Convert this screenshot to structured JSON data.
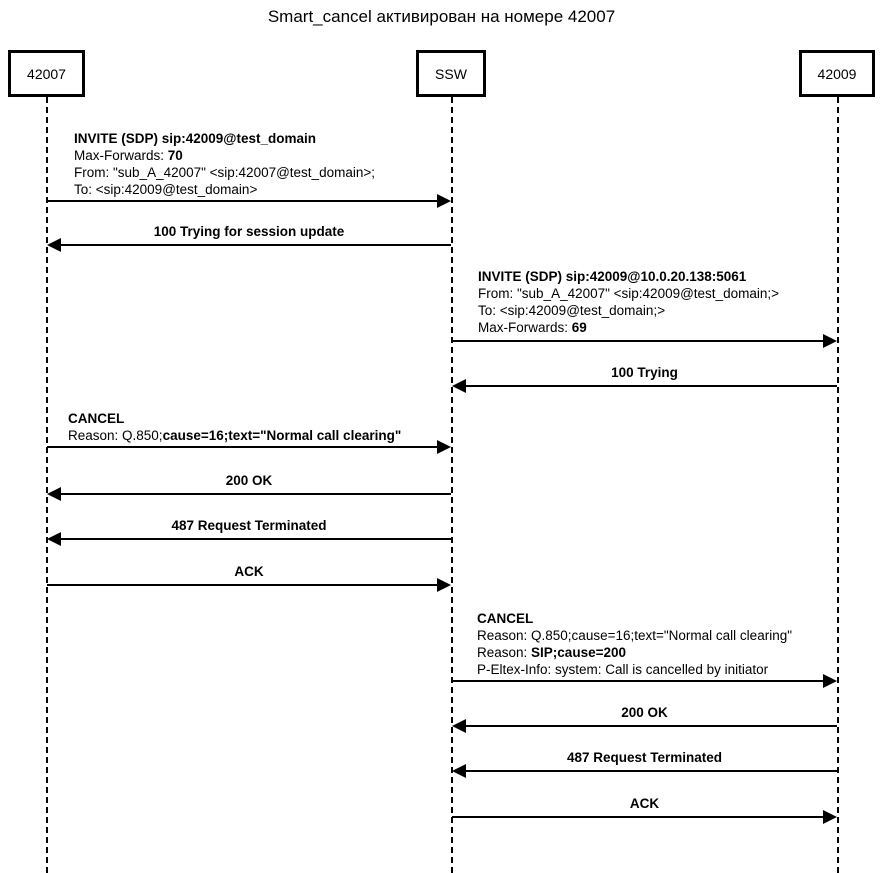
{
  "title": "Smart_cancel активирован на номере 42007",
  "actors": [
    {
      "name": "42007",
      "label": "42007"
    },
    {
      "name": "ssw",
      "label": "SSW"
    },
    {
      "name": "42009",
      "label": "42009"
    }
  ],
  "messages": [
    {
      "id": "invite-1",
      "from": "42007",
      "to": "ssw",
      "direction": "right",
      "style": "block",
      "lines": [
        {
          "segments": [
            {
              "text": "INVITE (SDP) sip:42009@test_domain",
              "bold": true
            }
          ]
        },
        {
          "segments": [
            {
              "text": "Max-Forwards: ",
              "bold": false
            },
            {
              "text": "70",
              "bold": true
            }
          ]
        },
        {
          "segments": [
            {
              "text": "From: \"sub_A_42007\" <sip:42007@test_domain>;",
              "bold": false
            }
          ]
        },
        {
          "segments": [
            {
              "text": "To: <sip:42009@test_domain>",
              "bold": false
            }
          ]
        }
      ]
    },
    {
      "id": "trying-session-update",
      "from": "ssw",
      "to": "42007",
      "direction": "left",
      "style": "center",
      "label": "100 Trying for session update"
    },
    {
      "id": "invite-2",
      "from": "ssw",
      "to": "42009",
      "direction": "right",
      "style": "block",
      "lines": [
        {
          "segments": [
            {
              "text": "INVITE (SDP) sip:42009@10.0.20.138:5061",
              "bold": true
            }
          ]
        },
        {
          "segments": [
            {
              "text": "From: \"sub_A_42007\" <sip:42009@test_domain;>",
              "bold": false
            }
          ]
        },
        {
          "segments": [
            {
              "text": "To: <sip:42009@test_domain;>",
              "bold": false
            }
          ]
        },
        {
          "segments": [
            {
              "text": "Max-Forwards: ",
              "bold": false
            },
            {
              "text": "69",
              "bold": true
            }
          ]
        }
      ]
    },
    {
      "id": "trying-1",
      "from": "42009",
      "to": "ssw",
      "direction": "left",
      "style": "center",
      "label": "100 Trying"
    },
    {
      "id": "cancel-1",
      "from": "42007",
      "to": "ssw",
      "direction": "right",
      "style": "block",
      "lines": [
        {
          "segments": [
            {
              "text": "CANCEL",
              "bold": true
            }
          ]
        },
        {
          "segments": [
            {
              "text": "Reason: Q.850;",
              "bold": false
            },
            {
              "text": "cause=16;text=\"Normal call clearing\"",
              "bold": true
            }
          ]
        }
      ]
    },
    {
      "id": "ok-1",
      "from": "ssw",
      "to": "42007",
      "direction": "left",
      "style": "center",
      "label": "200 OK"
    },
    {
      "id": "terminated-1",
      "from": "ssw",
      "to": "42007",
      "direction": "left",
      "style": "center",
      "label": "487 Request Terminated"
    },
    {
      "id": "ack-1",
      "from": "42007",
      "to": "ssw",
      "direction": "right",
      "style": "center",
      "label": "ACK"
    },
    {
      "id": "cancel-2",
      "from": "ssw",
      "to": "42009",
      "direction": "right",
      "style": "block",
      "lines": [
        {
          "segments": [
            {
              "text": "CANCEL",
              "bold": true
            }
          ]
        },
        {
          "segments": [
            {
              "text": "Reason: Q.850;cause=16;text=\"Normal call clearing\"",
              "bold": false
            }
          ]
        },
        {
          "segments": [
            {
              "text": "Reason: ",
              "bold": false
            },
            {
              "text": "SIP;cause=200",
              "bold": true
            }
          ]
        },
        {
          "segments": [
            {
              "text": "P-Eltex-Info: system: Call is cancelled by initiator",
              "bold": false
            }
          ]
        }
      ]
    },
    {
      "id": "ok-2",
      "from": "42009",
      "to": "ssw",
      "direction": "left",
      "style": "center",
      "label": "200 OK"
    },
    {
      "id": "terminated-2",
      "from": "42009",
      "to": "ssw",
      "direction": "left",
      "style": "center",
      "label": "487 Request Terminated"
    },
    {
      "id": "ack-2",
      "from": "ssw",
      "to": "42009",
      "direction": "right",
      "style": "center",
      "label": "ACK"
    }
  ]
}
